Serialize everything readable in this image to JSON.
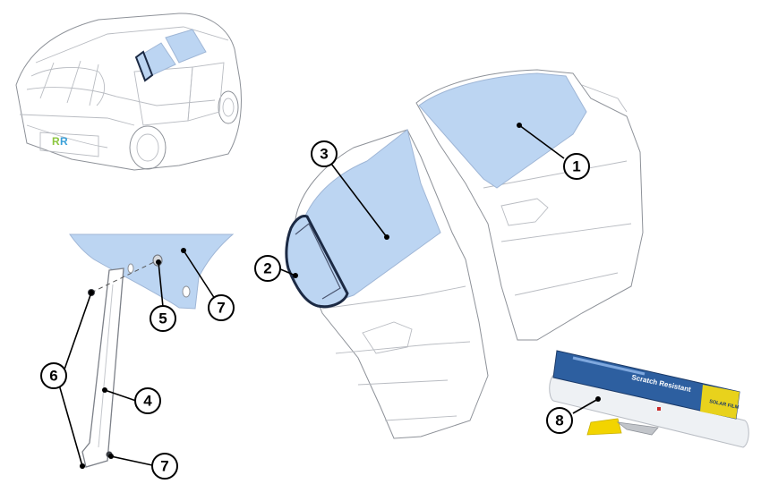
{
  "callouts": [
    {
      "id": "1",
      "label": "1"
    },
    {
      "id": "2",
      "label": "2"
    },
    {
      "id": "3",
      "label": "3"
    },
    {
      "id": "4",
      "label": "4"
    },
    {
      "id": "5",
      "label": "5"
    },
    {
      "id": "6",
      "label": "6"
    },
    {
      "id": "7a",
      "label": "7"
    },
    {
      "id": "7b",
      "label": "7"
    },
    {
      "id": "8",
      "label": "8"
    }
  ],
  "product": {
    "brand": "Scratch Resistant",
    "box_text": "SOLAR FILM"
  },
  "colors": {
    "glass": "#bcd5f2",
    "wireframe": "#b9bcc2",
    "callout_stroke": "#000000",
    "product_box": "#2d5fa0",
    "product_accent": "#e8d21c",
    "squeegee": "#f2d400"
  }
}
